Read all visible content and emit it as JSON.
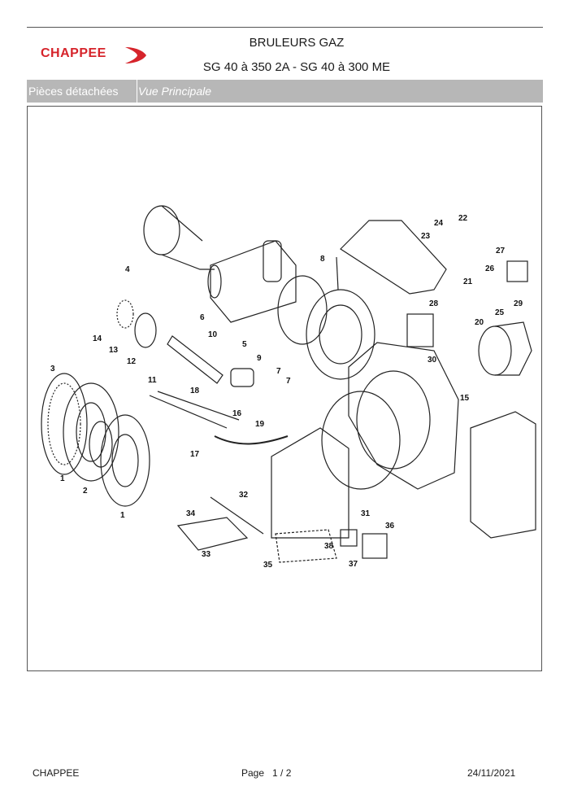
{
  "header": {
    "brand": "CHAPPEE",
    "title_line1": "BRULEURS GAZ",
    "title_line2": "SG 40 à 350 2A - SG 40 à 300 ME"
  },
  "section_bar": {
    "category": "Pièces détachées",
    "view": "Vue Principale"
  },
  "diagram": {
    "callouts": [
      "1",
      "1",
      "2",
      "3",
      "4",
      "5",
      "6",
      "7",
      "7",
      "8",
      "9",
      "10",
      "11",
      "12",
      "13",
      "14",
      "15",
      "16",
      "17",
      "18",
      "19",
      "20",
      "21",
      "22",
      "23",
      "24",
      "25",
      "26",
      "27",
      "28",
      "29",
      "30",
      "31",
      "32",
      "33",
      "34",
      "35",
      "36",
      "37",
      "38"
    ]
  },
  "footer": {
    "company": "CHAPPEE",
    "page_label": "Page",
    "page_value": "1 / 2",
    "date": "24/11/2021"
  },
  "colors": {
    "brand_red": "#d6242b",
    "bar_gray": "#b7b7b7"
  }
}
